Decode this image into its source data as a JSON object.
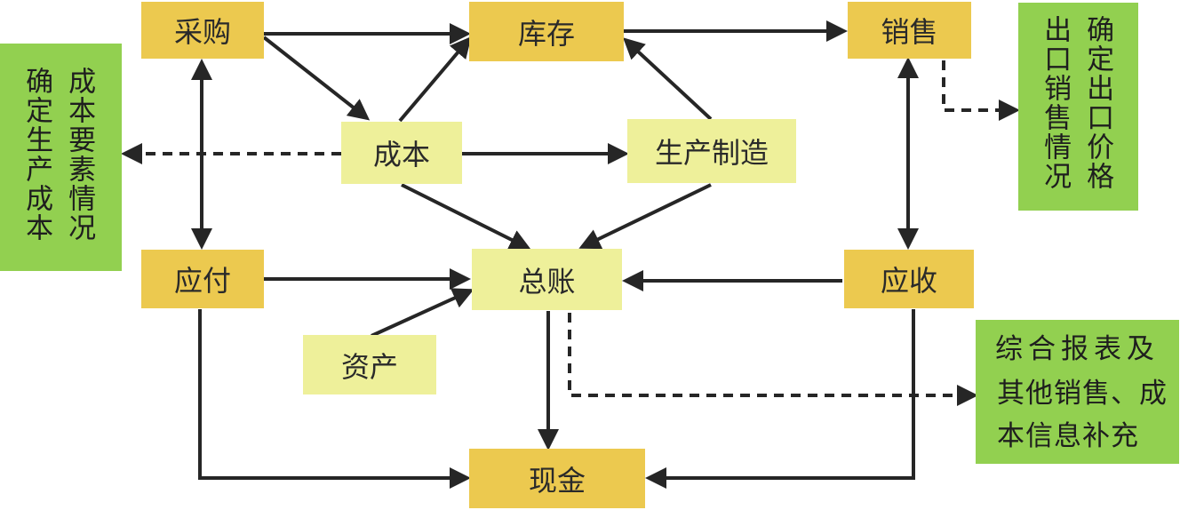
{
  "nodes": {
    "purchase": "采购",
    "inventory": "库存",
    "sales": "销售",
    "cost": "成本",
    "manufacturing": "生产制造",
    "payable": "应付",
    "ledger": "总账",
    "receivable": "应收",
    "assets": "资产",
    "cash": "现金"
  },
  "notes": {
    "left_col1": "确定生产成本",
    "left_col2": "成本要素情况",
    "right_col1": "确定出口价格",
    "right_col2": "出口销售情况",
    "bottom_line1": "综合报表及",
    "bottom_line2": "其他销售、成",
    "bottom_line3": "本信息补充"
  },
  "colors": {
    "dark_box": "#ecc94f",
    "light_box": "#eef09a",
    "note_box": "#92d050",
    "arrow": "#262626"
  }
}
